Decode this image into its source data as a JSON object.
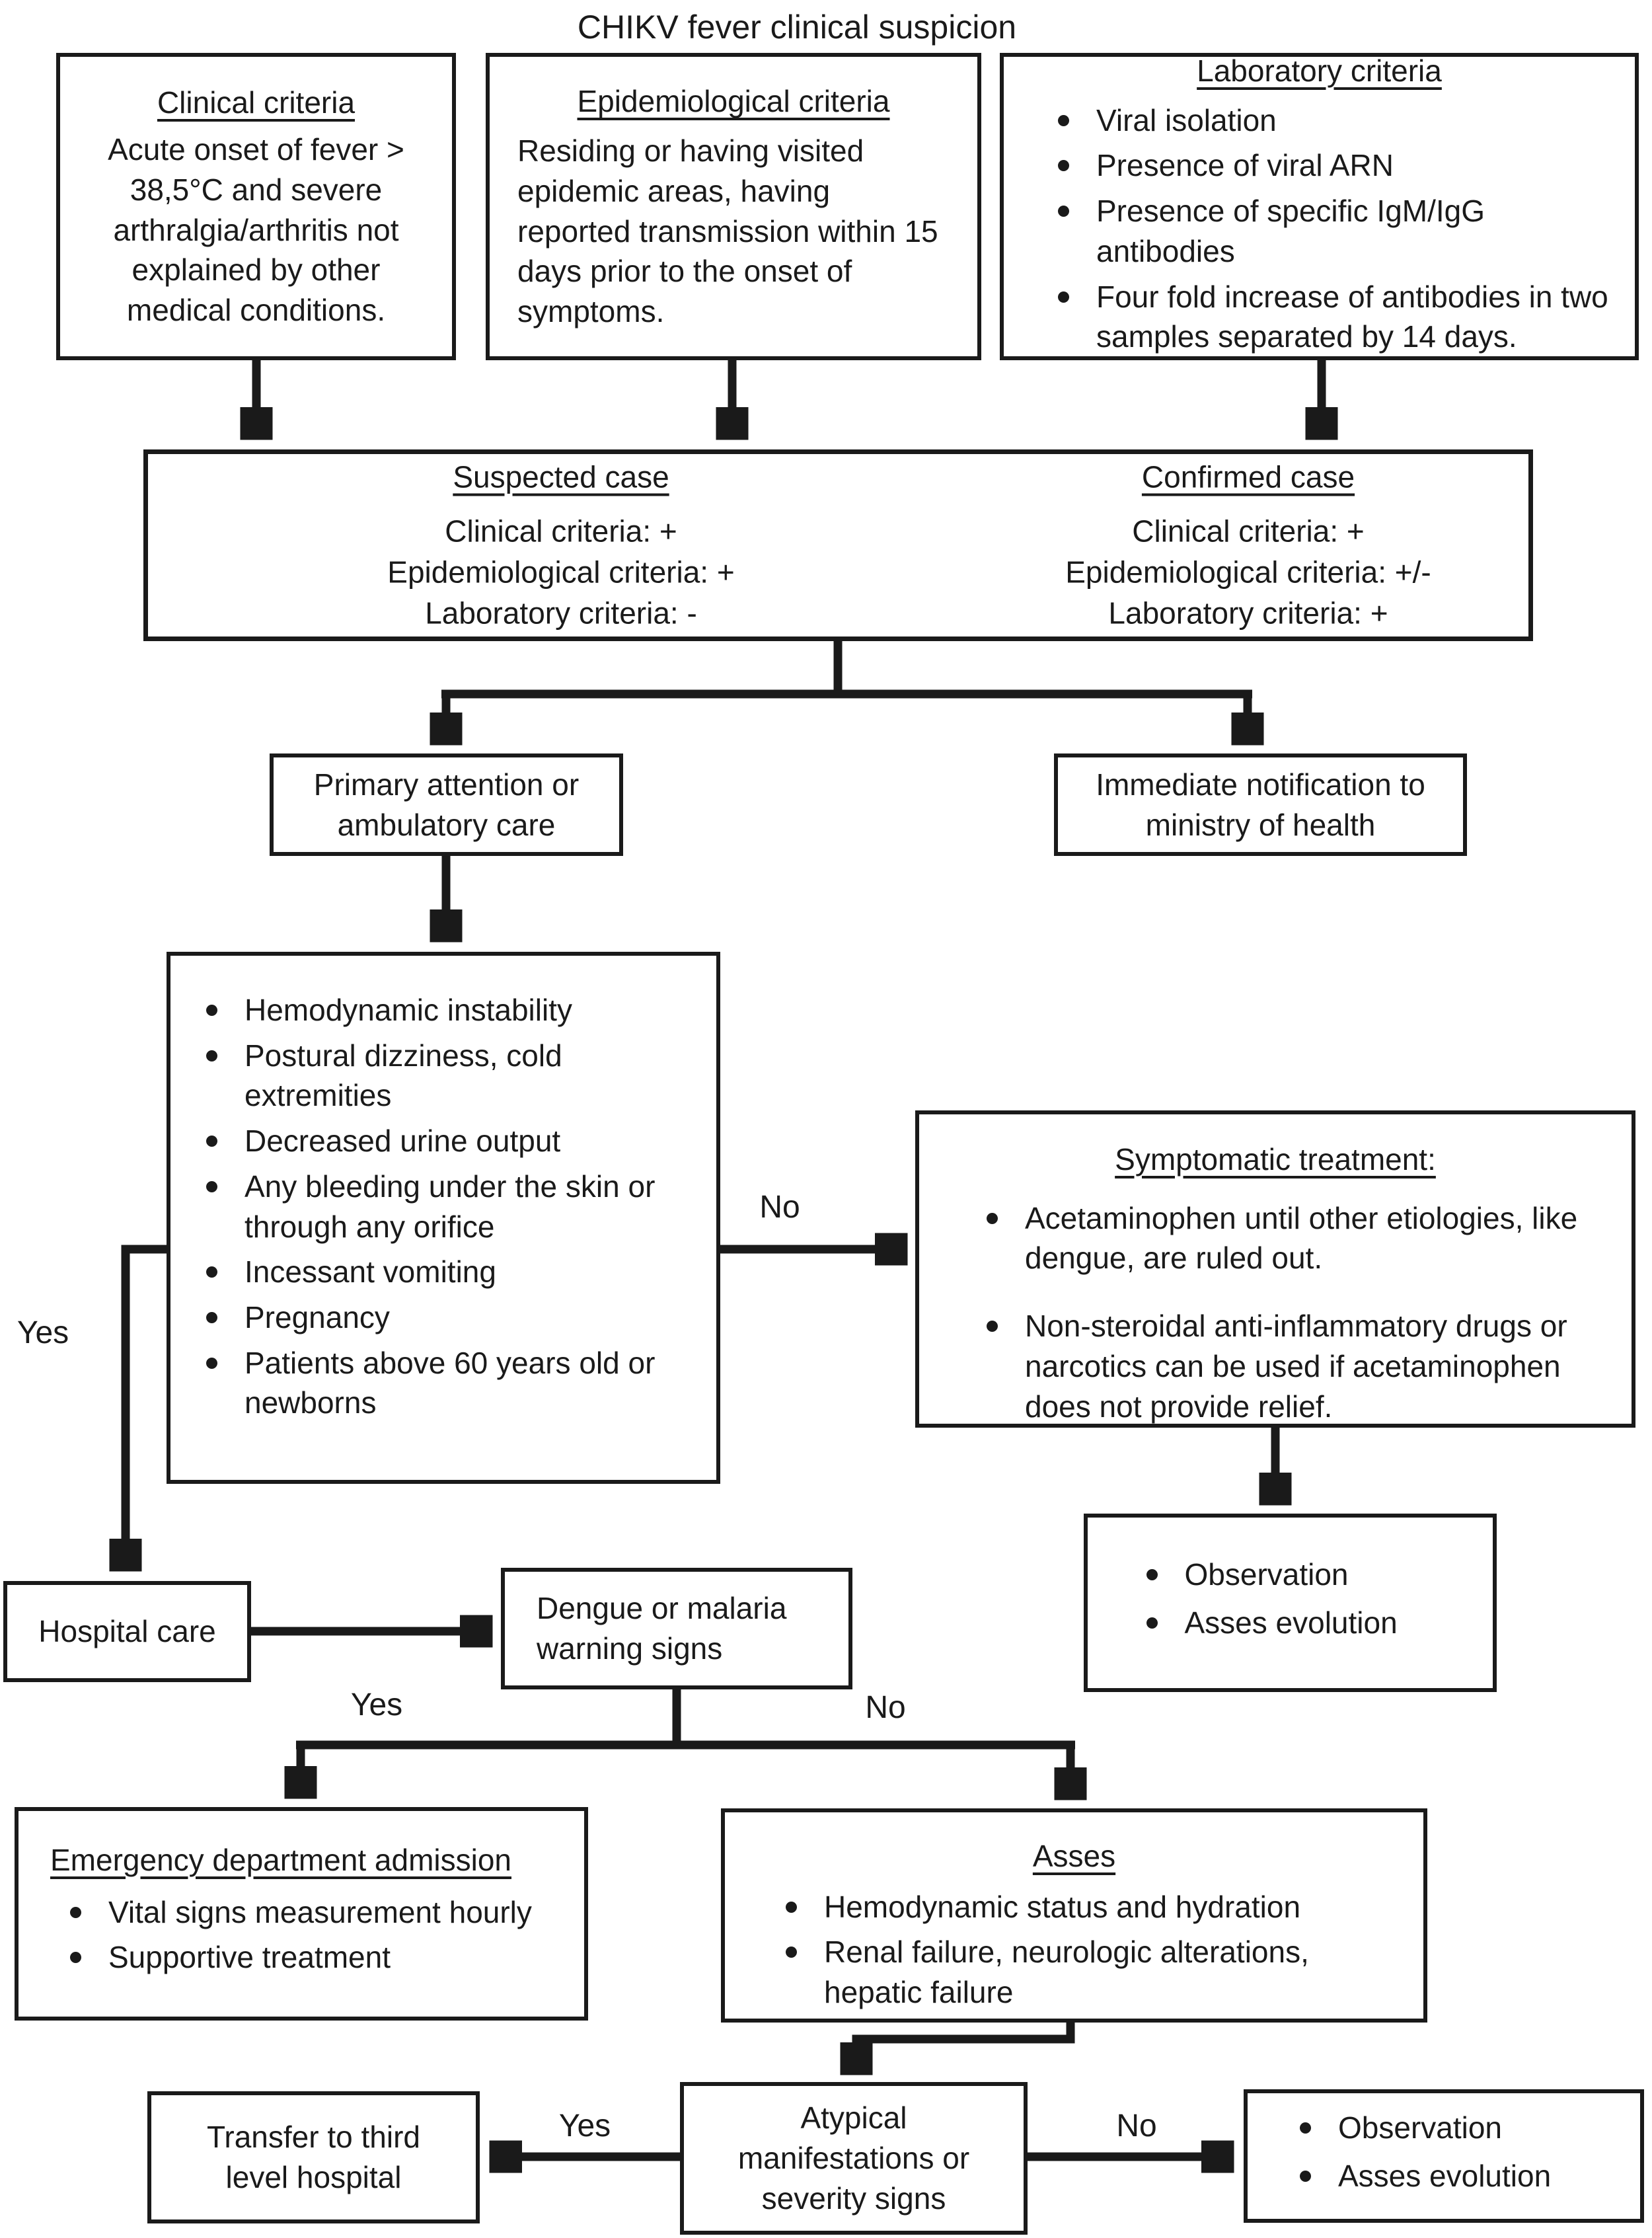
{
  "title": "CHIKV fever clinical suspicion",
  "colors": {
    "ink": "#1a1a1a",
    "background": "#ffffff"
  },
  "edge_labels": {
    "warning_no": "No",
    "warning_yes": "Yes",
    "dengue_yes": "Yes",
    "dengue_no": "No",
    "atypical_yes": "Yes",
    "atypical_no": "No"
  },
  "boxes": {
    "clinical": {
      "heading": "Clinical criteria",
      "body": "Acute onset of fever > 38,5°C and severe arthralgia/arthritis not explained by other medical conditions."
    },
    "epidemiological": {
      "heading": "Epidemiological criteria",
      "body": "Residing or having visited epidemic areas, having reported transmission within 15 days prior to the onset of symptoms."
    },
    "laboratory": {
      "heading": "Laboratory criteria",
      "items": [
        "Viral isolation",
        "Presence of viral ARN",
        "Presence of specific IgM/IgG antibodies",
        "Four fold increase of antibodies in two samples separated by 14 days."
      ]
    },
    "case": {
      "suspected": {
        "heading": "Suspected case",
        "lines": [
          "Clinical criteria: +",
          "Epidemiological criteria: +",
          "Laboratory criteria: -"
        ]
      },
      "confirmed": {
        "heading": "Confirmed case",
        "lines": [
          "Clinical criteria: +",
          "Epidemiological criteria: +/-",
          "Laboratory criteria: +"
        ]
      }
    },
    "primary": {
      "text": "Primary attention or ambulatory care"
    },
    "immediate": {
      "text": "Immediate notification to ministry of health"
    },
    "warning": {
      "items": [
        "Hemodynamic instability",
        "Postural dizziness, cold extremities",
        "Decreased urine output",
        "Any bleeding under the skin or through any orifice",
        "Incessant vomiting",
        "Pregnancy",
        "Patients above 60 years old or newborns"
      ]
    },
    "symptomatic": {
      "heading": "Symptomatic treatment:",
      "items": [
        "Acetaminophen until other etiologies, like dengue, are ruled out.",
        "Non-steroidal anti-inflammatory drugs or narcotics can be used if acetaminophen does not provide relief."
      ]
    },
    "observation1": {
      "items": [
        "Observation",
        "Asses evolution"
      ]
    },
    "hospital": {
      "text": "Hospital care"
    },
    "dengue": {
      "text": "Dengue or malaria warning signs"
    },
    "emergency": {
      "heading": "Emergency department admission",
      "items": [
        "Vital signs measurement hourly",
        "Supportive treatment"
      ]
    },
    "asses": {
      "heading": "Asses",
      "items": [
        "Hemodynamic status and hydration",
        "Renal failure, neurologic alterations, hepatic failure"
      ]
    },
    "transfer": {
      "text": "Transfer to third level hospital"
    },
    "atypical": {
      "text": "Atypical manifestations or severity signs"
    },
    "observation2": {
      "items": [
        "Observation",
        "Asses evolution"
      ]
    }
  }
}
